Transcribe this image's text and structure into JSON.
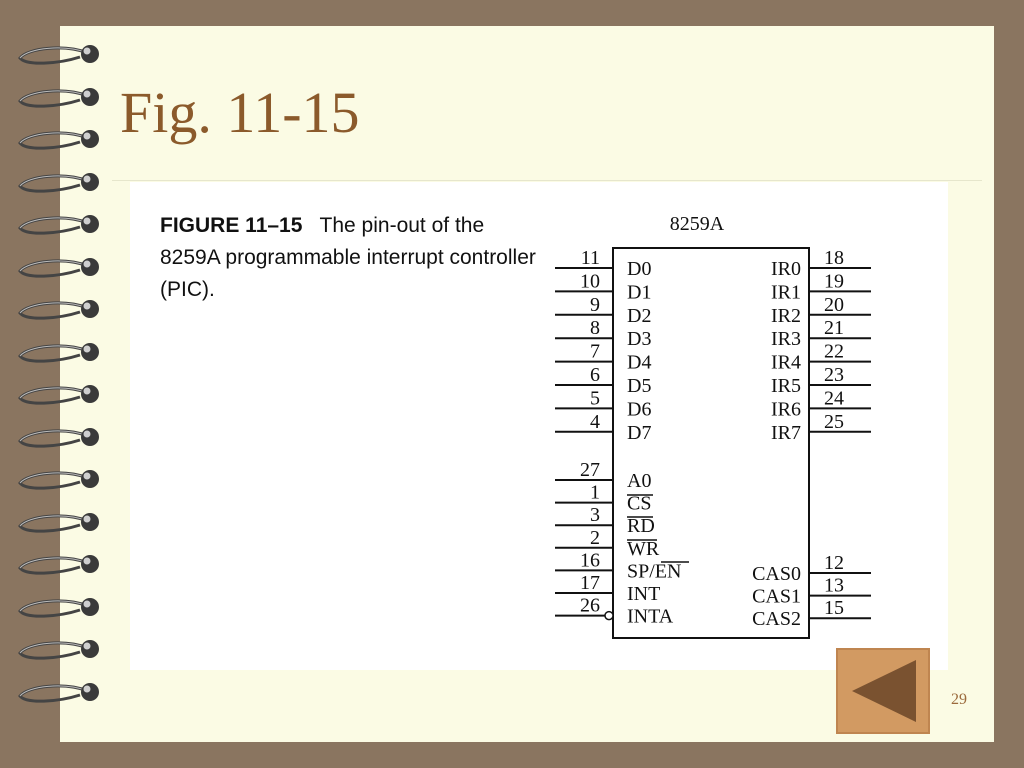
{
  "slide": {
    "title": "Fig. 11-15",
    "page_number": "29"
  },
  "figure": {
    "caption_label": "FIGURE 11–15",
    "caption_text": "The pin-out of the 8259A programmable interrupt controller (PIC).",
    "chip_name": "8259A",
    "left_pins_top": [
      {
        "num": "11",
        "name": "D0"
      },
      {
        "num": "10",
        "name": "D1"
      },
      {
        "num": "9",
        "name": "D2"
      },
      {
        "num": "8",
        "name": "D3"
      },
      {
        "num": "7",
        "name": "D4"
      },
      {
        "num": "6",
        "name": "D5"
      },
      {
        "num": "5",
        "name": "D6"
      },
      {
        "num": "4",
        "name": "D7"
      }
    ],
    "left_pins_bottom": [
      {
        "num": "27",
        "name": "A0"
      },
      {
        "num": "1",
        "name": "CS"
      },
      {
        "num": "3",
        "name": "RD"
      },
      {
        "num": "2",
        "name": "WR"
      },
      {
        "num": "16",
        "name": "SP/EN"
      },
      {
        "num": "17",
        "name": "INT"
      },
      {
        "num": "26",
        "name": "INTA"
      }
    ],
    "right_pins_top": [
      {
        "num": "18",
        "name": "IR0"
      },
      {
        "num": "19",
        "name": "IR1"
      },
      {
        "num": "20",
        "name": "IR2"
      },
      {
        "num": "21",
        "name": "IR3"
      },
      {
        "num": "22",
        "name": "IR4"
      },
      {
        "num": "23",
        "name": "IR5"
      },
      {
        "num": "24",
        "name": "IR6"
      },
      {
        "num": "25",
        "name": "IR7"
      }
    ],
    "right_pins_bottom": [
      {
        "num": "12",
        "name": "CAS0"
      },
      {
        "num": "13",
        "name": "CAS1"
      },
      {
        "num": "15",
        "name": "CAS2"
      }
    ]
  },
  "colors": {
    "frame": "#8a7560",
    "paper": "#fbfbe4",
    "title": "#8b5a2b",
    "nav_button": "#d29a62",
    "nav_arrow": "#7a5230"
  },
  "icons": {
    "binding": "spiral-binding-ring-icon",
    "nav": "back-arrow-icon"
  }
}
